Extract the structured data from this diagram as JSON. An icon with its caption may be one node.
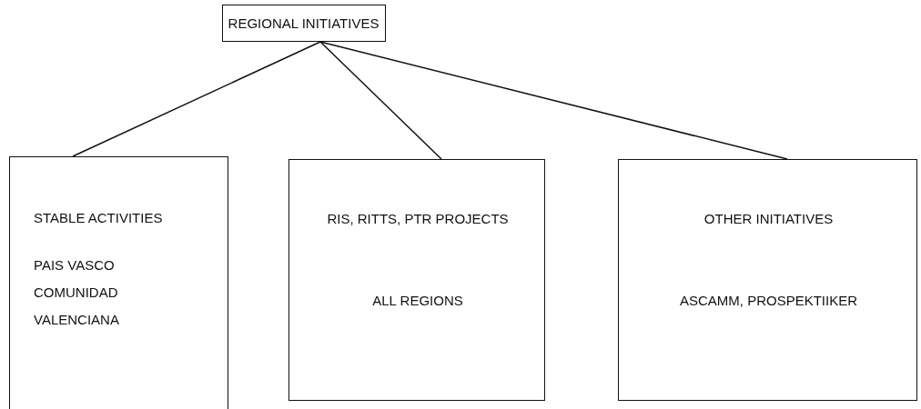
{
  "diagram": {
    "nodes": [
      {
        "text": [
          "REGIONAL INITIATIVES"
        ]
      },
      {
        "text": [
          "STABLE ACTIVITIES",
          "PAIS VASCO COMUNIDAD VALENCIANA"
        ]
      },
      {
        "text": [
          "RIS, RITTS, PTR PROJECTS",
          "ALL REGIONS"
        ]
      },
      {
        "text": [
          "OTHER INITIATIVES",
          "ASCAMM, PROSPEKTIIKER"
        ]
      }
    ],
    "edges": [
      {
        "from": 0,
        "to": 1,
        "arrow": "none"
      },
      {
        "from": 0,
        "to": 2,
        "arrow": "none"
      },
      {
        "from": 0,
        "to": 3,
        "arrow": "none"
      }
    ]
  }
}
